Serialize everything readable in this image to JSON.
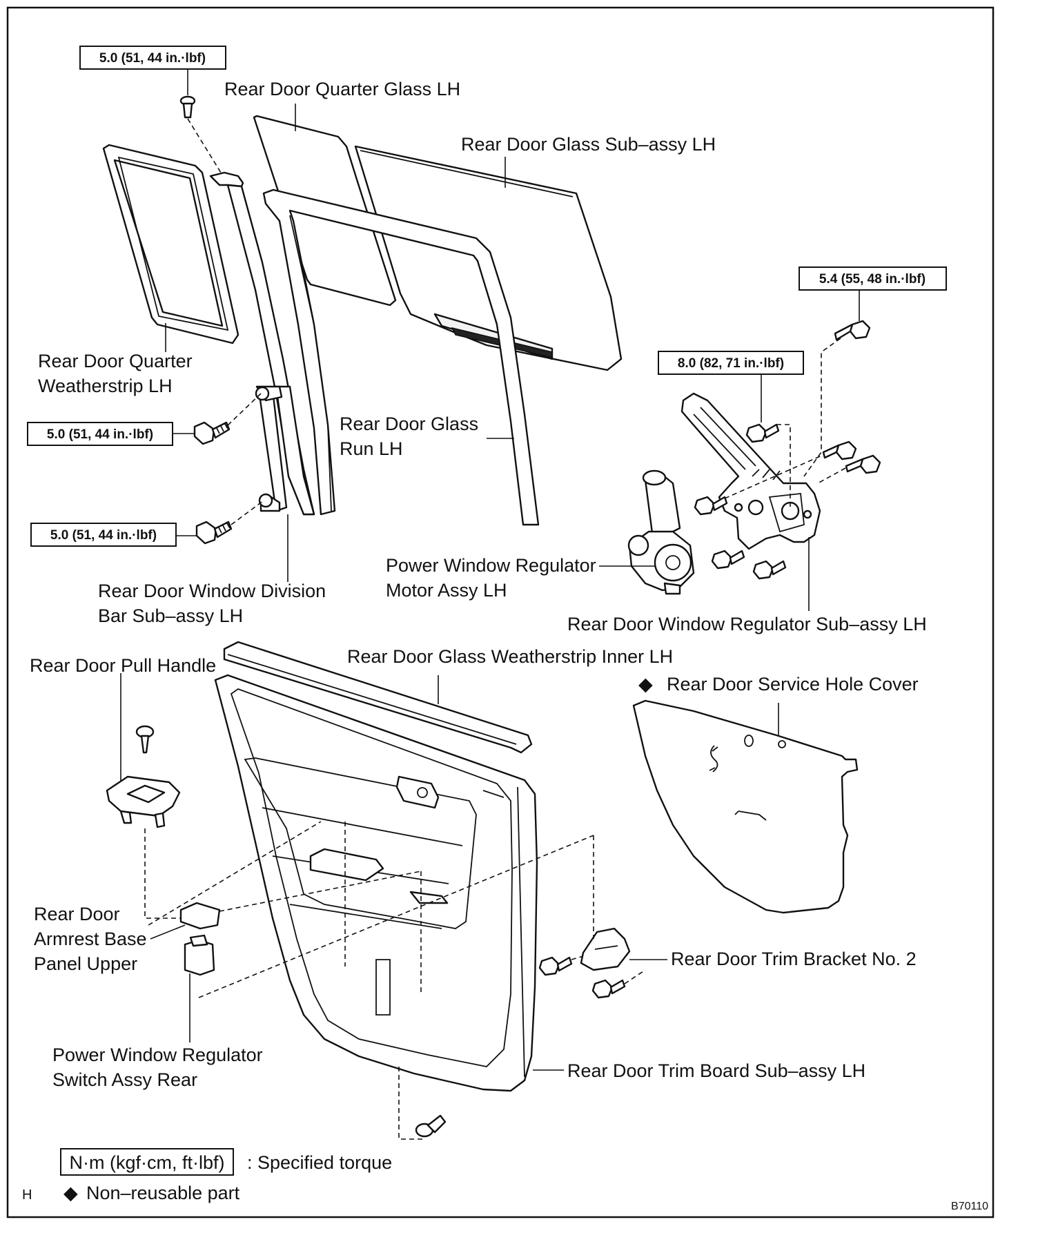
{
  "labels": {
    "quarter_glass": "Rear Door Quarter Glass LH",
    "glass_subassy": "Rear Door Glass Sub–assy LH",
    "quarter_weatherstrip_1": "Rear Door Quarter",
    "quarter_weatherstrip_2": "Weatherstrip LH",
    "glass_run_1": "Rear Door Glass",
    "glass_run_2": "Run LH",
    "motor_1": "Power Window Regulator",
    "motor_2": "Motor Assy LH",
    "division_bar_1": "Rear Door Window Division",
    "division_bar_2": "Bar Sub–assy LH",
    "regulator_subassy": "Rear Door Window Regulator Sub–assy LH",
    "pull_handle": "Rear Door Pull Handle",
    "weatherstrip_inner": "Rear Door Glass Weatherstrip Inner LH",
    "service_hole_cover": "Rear Door Service Hole Cover",
    "armrest_1": "Rear Door",
    "armrest_2": "Armrest Base",
    "armrest_3": "Panel Upper",
    "trim_bracket": "Rear Door Trim Bracket No. 2",
    "switch_1": "Power Window Regulator",
    "switch_2": "Switch Assy Rear",
    "trim_board": "Rear Door Trim Board Sub–assy LH"
  },
  "torques": {
    "t_top": "5.0 (51, 44 in.·lbf)",
    "t_bar_upper": "5.0 (51, 44 in.·lbf)",
    "t_bar_lower": "5.0 (51, 44 in.·lbf)",
    "t_regulator_right": "5.4 (55, 48 in.·lbf)",
    "t_regulator_arm": "8.0 (82, 71 in.·lbf)"
  },
  "legend": {
    "unit_box": "N·m (kgf·cm, ft·lbf)",
    "unit_desc": ": Specified torque",
    "diamond": "◆",
    "non_reusable": "Non–reusable part",
    "service_diamond": "◆"
  },
  "corner": {
    "letter": "H",
    "code": "B70110"
  }
}
